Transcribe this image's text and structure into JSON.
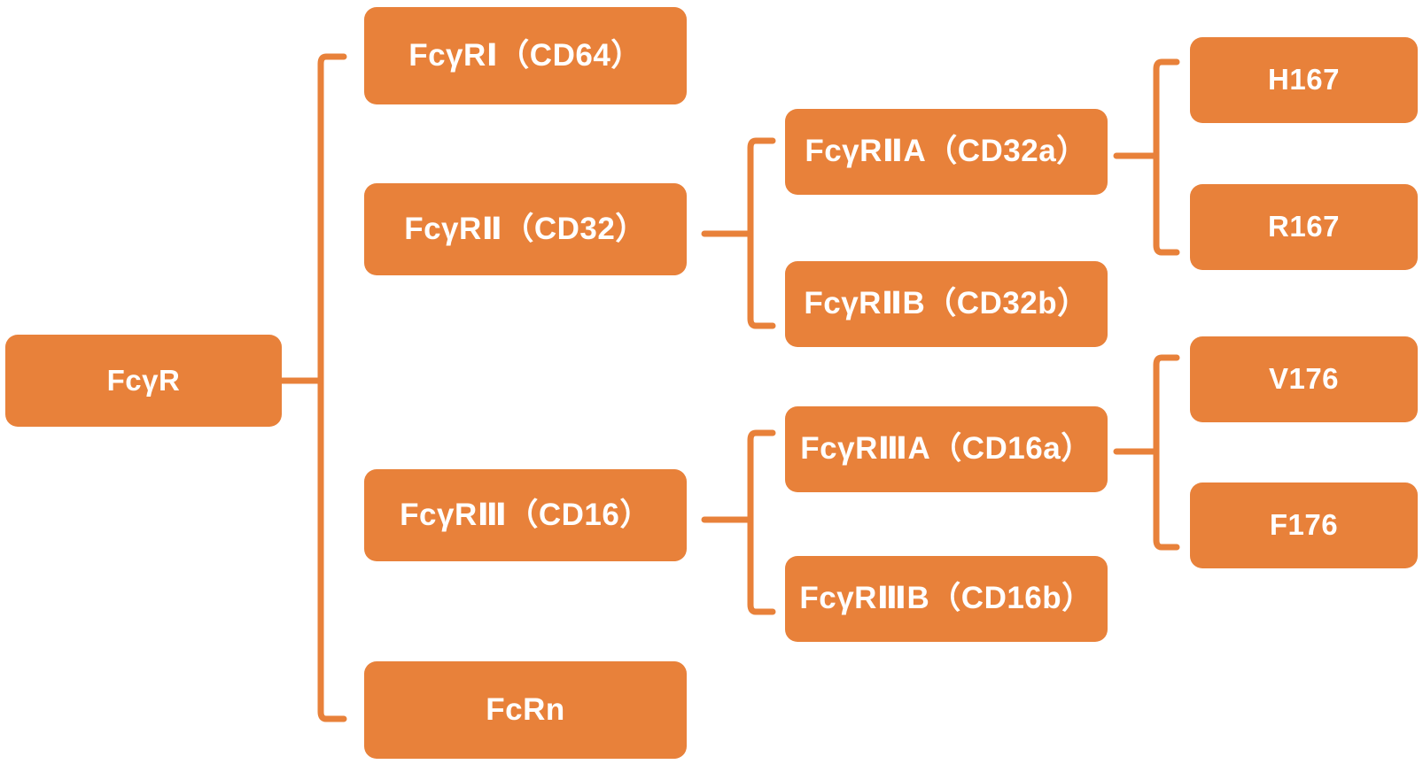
{
  "diagram": {
    "title": "FcγR receptor family tree",
    "accent_color": "#E8813A",
    "text_color": "#FFFFFF",
    "background_color": "#FFFFFF"
  },
  "nodes": {
    "root": {
      "label": "FcγR"
    },
    "level1": [
      {
        "id": "fcgr1",
        "label": "FcγRⅠ（CD64）"
      },
      {
        "id": "fcgr2",
        "label": "FcγRⅡ（CD32）"
      },
      {
        "id": "fcgr3",
        "label": "FcγRⅢ（CD16）"
      },
      {
        "id": "fcrn",
        "label": "FcRn"
      }
    ],
    "level2": [
      {
        "id": "fcgr2a",
        "label": "FcγRⅡA（CD32a）",
        "parent": "fcgr2"
      },
      {
        "id": "fcgr2b",
        "label": "FcγRⅡB（CD32b）",
        "parent": "fcgr2"
      },
      {
        "id": "fcgr3a",
        "label": "FcγRⅢA（CD16a）",
        "parent": "fcgr3"
      },
      {
        "id": "fcgr3b",
        "label": "FcγRⅢB（CD16b）",
        "parent": "fcgr3"
      }
    ],
    "level3": [
      {
        "id": "h167",
        "label": "H167",
        "parent": "fcgr2a"
      },
      {
        "id": "r167",
        "label": "R167",
        "parent": "fcgr2a"
      },
      {
        "id": "v176",
        "label": "V176",
        "parent": "fcgr3a"
      },
      {
        "id": "f176",
        "label": "F176",
        "parent": "fcgr3a"
      }
    ]
  },
  "connectors": [
    {
      "id": "bracket-root",
      "from": "root",
      "to": [
        "fcgr1",
        "fcgr2",
        "fcgr3",
        "fcrn"
      ]
    },
    {
      "id": "bracket-fcgr2",
      "from": "fcgr2",
      "to": [
        "fcgr2a",
        "fcgr2b"
      ]
    },
    {
      "id": "bracket-fcgr3",
      "from": "fcgr3",
      "to": [
        "fcgr3a",
        "fcgr3b"
      ]
    },
    {
      "id": "bracket-fcgr2a",
      "from": "fcgr2a",
      "to": [
        "h167",
        "r167"
      ]
    },
    {
      "id": "bracket-fcgr3a",
      "from": "fcgr3a",
      "to": [
        "v176",
        "f176"
      ]
    }
  ]
}
